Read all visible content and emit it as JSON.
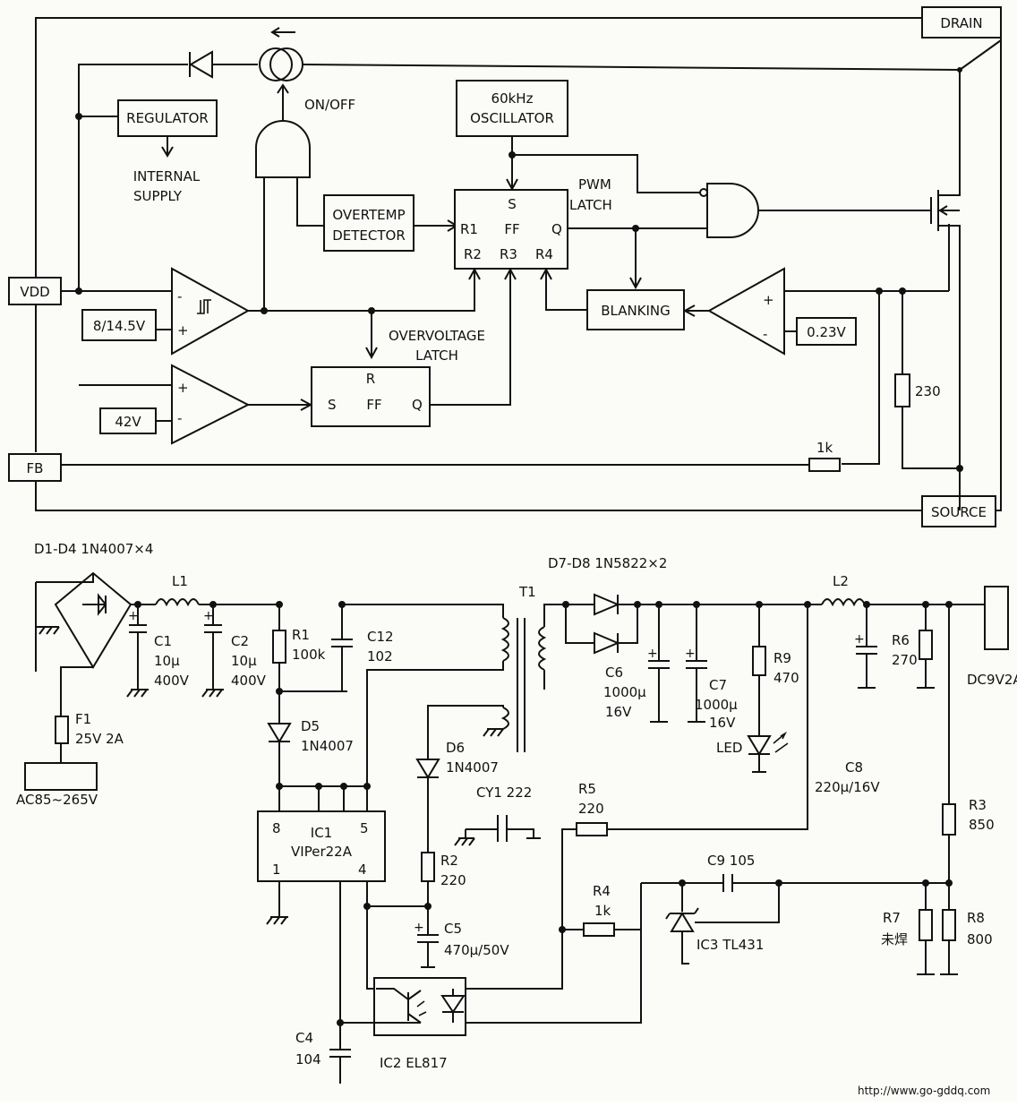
{
  "block_diagram": {
    "pins": {
      "drain": "DRAIN",
      "source": "SOURCE",
      "vdd": "VDD",
      "fb": "FB"
    },
    "regulator": "REGULATOR",
    "internal_supply_1": "INTERNAL",
    "internal_supply_2": "SUPPLY",
    "on_off": "ON/OFF",
    "oscillator_1": "60kHz",
    "oscillator_2": "OSCILLATOR",
    "pwm_latch_1": "PWM",
    "pwm_latch_2": "LATCH",
    "overtemp_1": "OVERTEMP",
    "overtemp_2": "DETECTOR",
    "ff_pwm": {
      "s": "S",
      "ff": "FF",
      "q": "Q",
      "r1": "R1",
      "r2": "R2",
      "r3": "R3",
      "r4": "R4"
    },
    "ff_ov": {
      "r": "R",
      "s": "S",
      "ff": "FF",
      "q": "Q"
    },
    "overvoltage_1": "OVERVOLTAGE",
    "overvoltage_2": "LATCH",
    "blanking": "BLANKING",
    "ref_uvlo": "8/14.5V",
    "ref_ov": "42V",
    "ref_current": "0.23V",
    "r_230": "230",
    "r_1k": "1k",
    "comp_minus": "-",
    "comp_plus": "+"
  },
  "schematic": {
    "d1_d4": "D1-D4  1N4007×4",
    "l1": "L1",
    "c1": [
      "C1",
      "10μ",
      "400V"
    ],
    "c2": [
      "C2",
      "10μ",
      "400V"
    ],
    "r1": [
      "R1",
      "100k"
    ],
    "c12": [
      "C12",
      "102"
    ],
    "d5": [
      "D5",
      "1N4007"
    ],
    "f1": [
      "F1",
      "25V  2A"
    ],
    "ac_in": "AC85~265V",
    "t1": "T1",
    "d7_d8": "D7-D8   1N5822×2",
    "c6": [
      "C6",
      "1000μ",
      "16V"
    ],
    "c7": [
      "C7",
      "1000μ",
      "16V"
    ],
    "r9": [
      "R9",
      "470"
    ],
    "led": "LED",
    "l2": "L2",
    "r6": [
      "R6",
      "270"
    ],
    "dc_out": "DC9V2A",
    "c8": [
      "C8",
      "220μ/16V"
    ],
    "d6": [
      "D6",
      "1N4007"
    ],
    "cy1": "CY1  222",
    "r5": [
      "R5",
      "220"
    ],
    "ic1": {
      "name": "IC1",
      "part": "VIPer22A",
      "p8": "8",
      "p5": "5",
      "p1": "1",
      "p4": "4"
    },
    "r2": [
      "R2",
      "220"
    ],
    "c5": [
      "C5",
      "470μ/50V"
    ],
    "r4": [
      "R4",
      "1k"
    ],
    "c9": "C9  105",
    "ic3": "IC3  TL431",
    "r3": [
      "R3",
      "850"
    ],
    "r7": [
      "R7",
      "未焊"
    ],
    "r8": [
      "R8",
      "800"
    ],
    "c4": [
      "C4",
      "104"
    ],
    "ic2": "IC2  EL817"
  },
  "watermark": "http://www.go-gddq.com"
}
